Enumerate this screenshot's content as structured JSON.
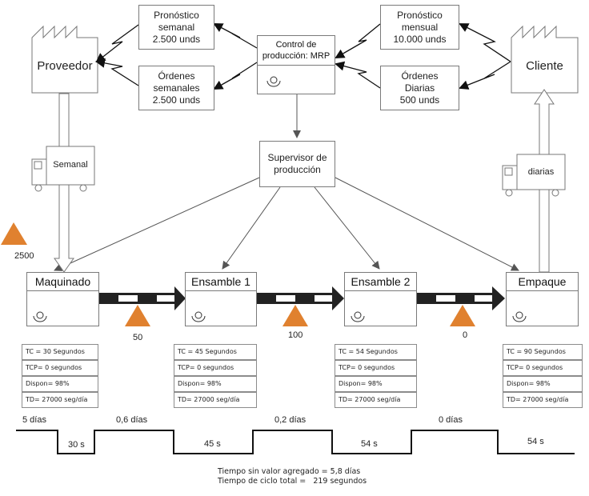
{
  "supplier": {
    "label": "Proveedor"
  },
  "customer": {
    "label": "Cliente"
  },
  "control": {
    "label": "Control de\nproducción: MRP"
  },
  "supervisor": {
    "label": "Supervisor de\nproducción"
  },
  "info_boxes": {
    "forecast_weekly": "Pronóstico\nsemanal\n2.500 unds",
    "orders_weekly": "Órdenes\nsemanales\n2.500 unds",
    "forecast_monthly": "Pronóstico\nmensual\n10.000 unds",
    "orders_daily": "Órdenes\nDiarias\n500 unds"
  },
  "trucks": {
    "inbound": "Semanal",
    "outbound": "diarias"
  },
  "inventory": {
    "raw": "2500",
    "inv1": "50",
    "inv2": "100",
    "inv3": "0"
  },
  "processes": [
    {
      "name": "Maquinado",
      "metrics": [
        "TC = 30 Segundos",
        "TCP= 0 segundos",
        "Dispon= 98%",
        "TD= 27000 seg/día"
      ]
    },
    {
      "name": "Ensamble 1",
      "metrics": [
        "TC = 45 Segundos",
        "TCP= 0 segundos",
        "Dispon= 98%",
        "TD= 27000 seg/día"
      ]
    },
    {
      "name": "Ensamble 2",
      "metrics": [
        "TC = 54 Segundos",
        "TCP= 0 segundos",
        "Dispon= 98%",
        "TD= 27000 seg/día"
      ]
    },
    {
      "name": "Empaque",
      "metrics": [
        "TC = 90 Segundos",
        "TCP= 0 segundos",
        "Dispon= 98%",
        "TD= 27000 seg/día"
      ]
    }
  ],
  "timeline": {
    "wait": [
      "5 días",
      "0,6 días",
      "0,2 días",
      "0 días"
    ],
    "process": [
      "30 s",
      "45 s",
      "54 s",
      "54 s"
    ]
  },
  "summary": {
    "nva_label": "Tiempo sin valor agregado = 5,8 días",
    "cycle_label": "Tiempo de ciclo total =   219 segundos"
  },
  "colors": {
    "inventory": "#e0812f",
    "push_arrow": "#222222",
    "line": "#555555"
  }
}
